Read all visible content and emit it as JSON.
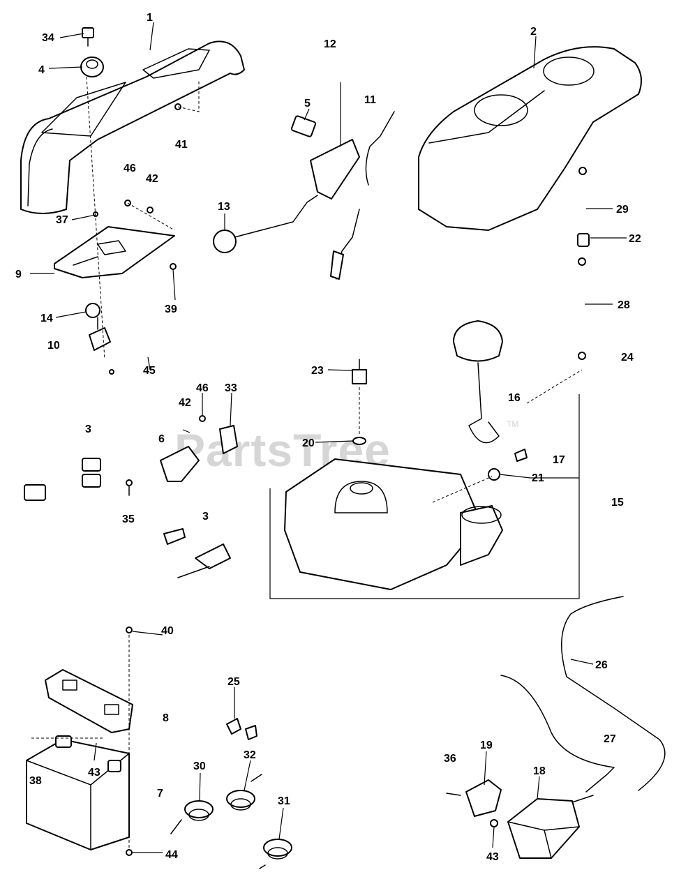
{
  "watermark": {
    "text": "PartsTree",
    "tm": "TM"
  },
  "labels": [
    "1",
    "2",
    "3",
    "3",
    "4",
    "5",
    "6",
    "7",
    "8",
    "9",
    "10",
    "11",
    "12",
    "13",
    "14",
    "15",
    "16",
    "17",
    "18",
    "19",
    "20",
    "21",
    "22",
    "23",
    "24",
    "25",
    "26",
    "27",
    "28",
    "29",
    "30",
    "31",
    "32",
    "33",
    "34",
    "35",
    "36",
    "37",
    "38",
    "39",
    "40",
    "41",
    "42",
    "42",
    "43",
    "43",
    "44",
    "45",
    "46",
    "46"
  ]
}
